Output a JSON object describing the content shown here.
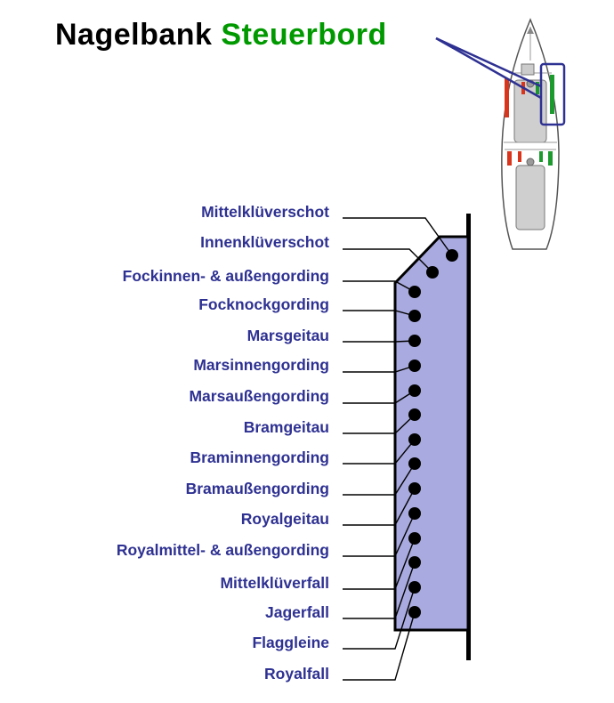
{
  "title": {
    "part1": "Nagelbank",
    "part2": "Steuerbord"
  },
  "colors": {
    "title_black": "#000000",
    "title_green": "#009900",
    "label_text": "#2e3192",
    "rail_fill": "#a9aadf",
    "hull_highlight": "#2e3192",
    "port_red": "#d9351c",
    "starboard_green": "#1c9a2e"
  },
  "labels": [
    "Mittelklüverschot",
    "Innenklüverschot",
    "Fockinnen- & außengording",
    "Focknockgording",
    "Marsgeitau",
    "Marsinnengording",
    "Marsaußengording",
    "Bramgeitau",
    "Braminnengording",
    "Bramaußengording",
    "Royalgeitau",
    "Royalmittel- & außengording",
    "Mittelklüverfall",
    "Jagerfall",
    "Flaggleine",
    "Royalfall"
  ],
  "ship_icon": "ship-deck-plan-icon"
}
